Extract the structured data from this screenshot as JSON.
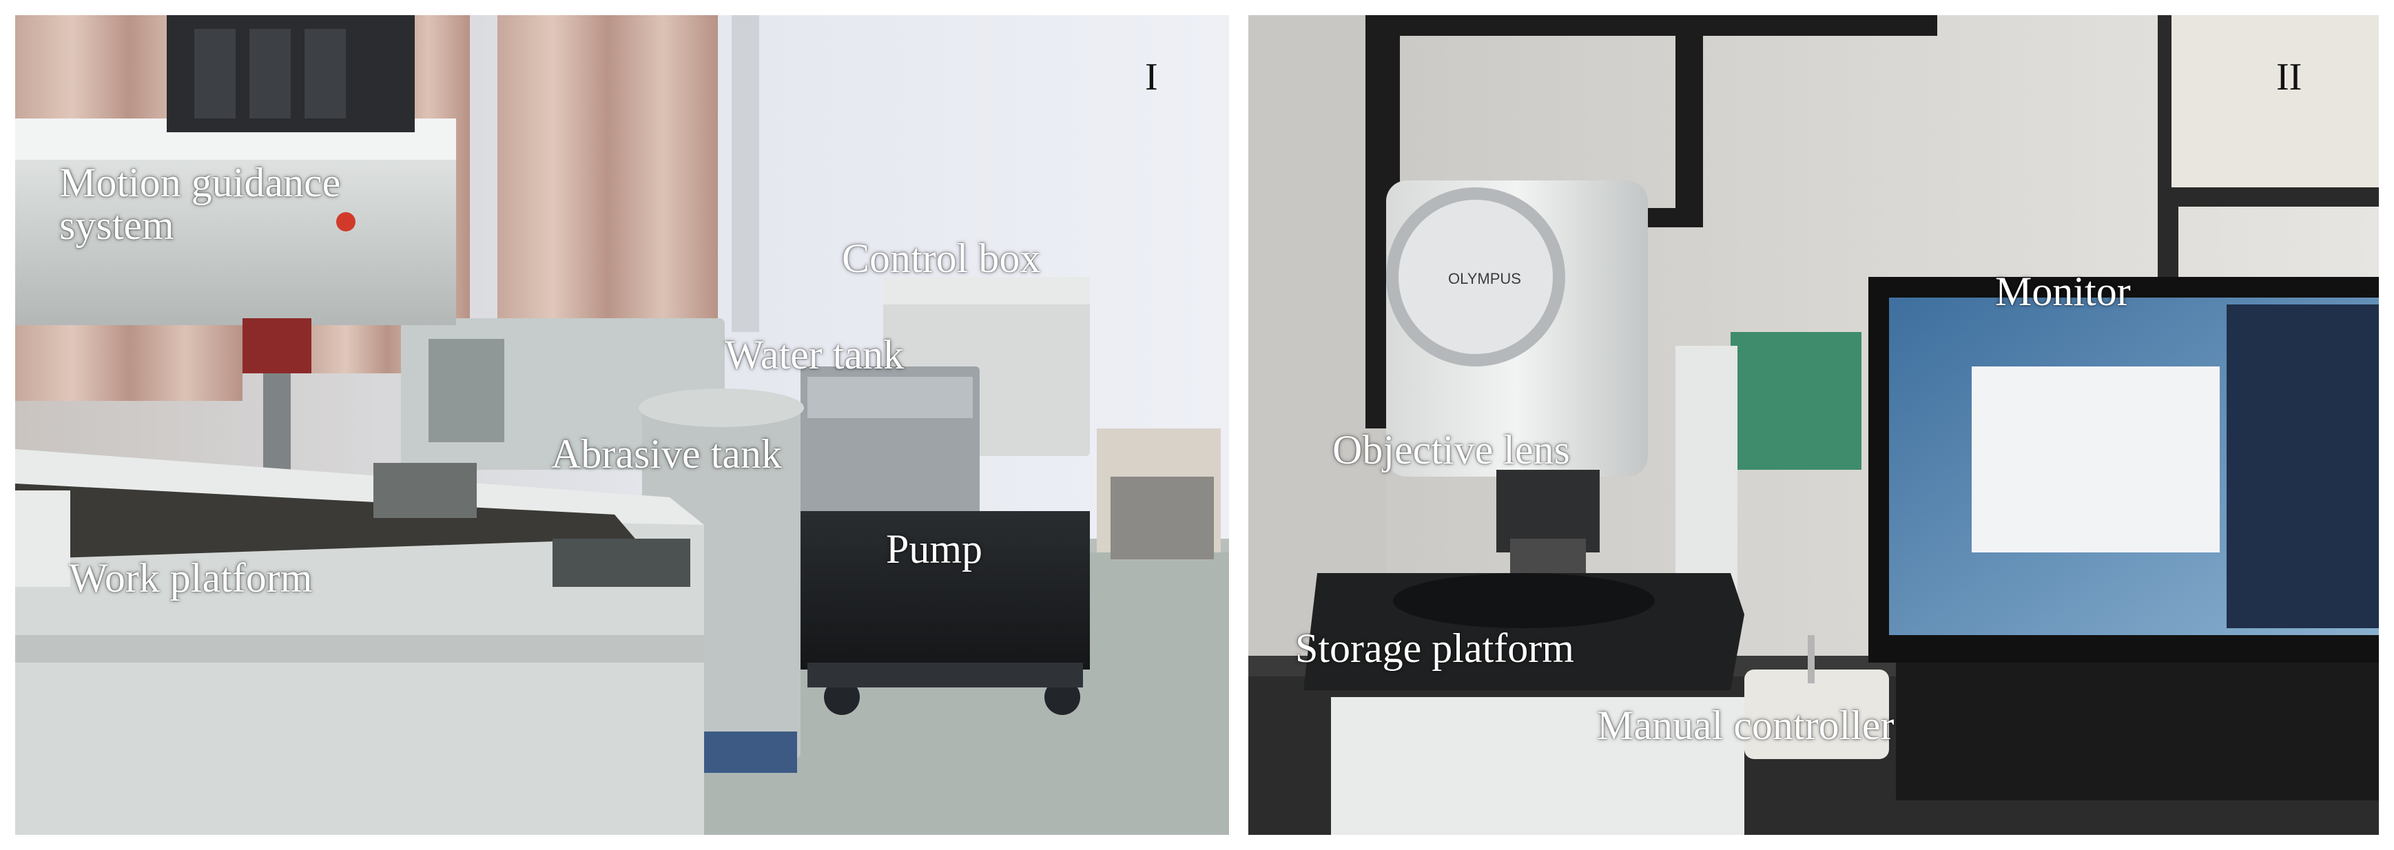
{
  "panels": [
    {
      "numeral": "I",
      "labels": {
        "motion_guidance": "Motion guidance\nsystem",
        "control_box": "Control box",
        "water_tank": "Water  tank",
        "abrasive_tank": "Abrasive tank",
        "pump": "Pump",
        "work_platform": "Work platform"
      }
    },
    {
      "numeral": "II",
      "labels": {
        "monitor": "Monitor",
        "objective_lens": "Objective lens",
        "storage_platform": "Storage platform",
        "manual_controller": "Manual controller"
      },
      "brand": "OLYMPUS"
    }
  ]
}
